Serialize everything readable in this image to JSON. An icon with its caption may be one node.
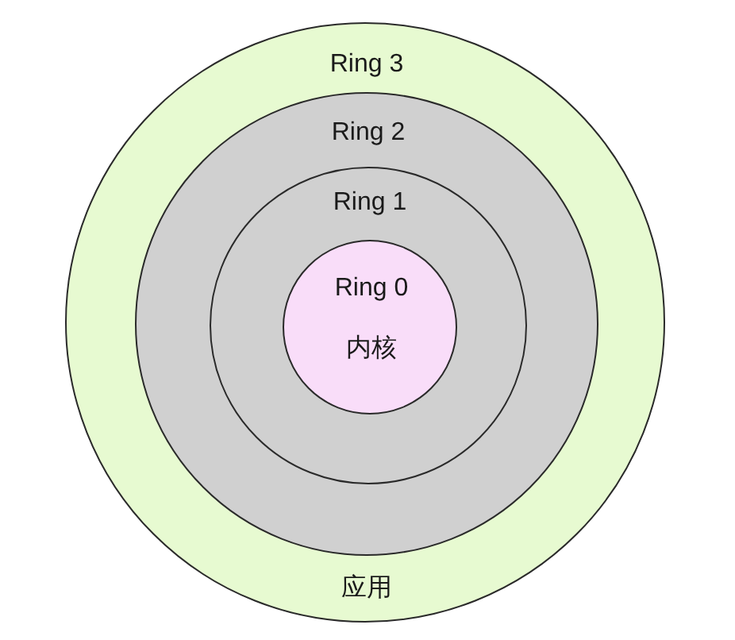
{
  "diagram": {
    "nodes": [
      {
        "text": [
          "Ring 3",
          "应用"
        ]
      },
      {
        "text": [
          "Ring 2"
        ],
        "in": 0
      },
      {
        "text": [
          "Ring 1"
        ],
        "in": 1
      },
      {
        "text": [
          "Ring 0",
          "内核"
        ],
        "in": 2
      }
    ]
  }
}
